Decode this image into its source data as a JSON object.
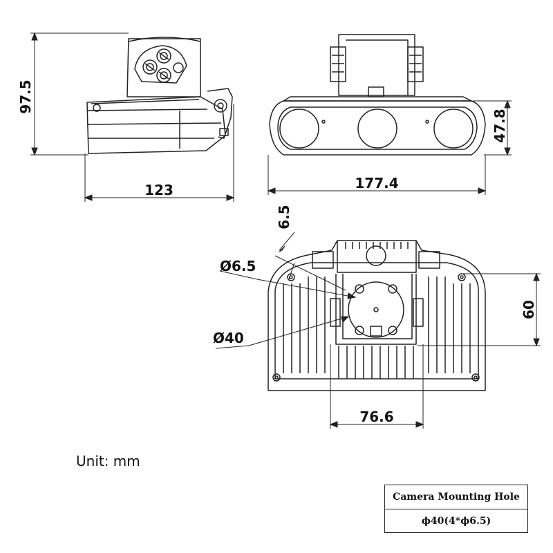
{
  "dimensions": {
    "side_height": "97.5",
    "side_depth": "123",
    "front_width": "177.4",
    "front_height": "47.8",
    "hole_offset": "6.5",
    "hole_diameter": "Ø6.5",
    "circle_diameter": "Ø40",
    "plate_height": "60",
    "plate_width": "76.6"
  },
  "unit_label": "Unit: mm",
  "table": {
    "header": "Camera Mounting Hole",
    "value": "ϕ40(4*ϕ6.5)"
  }
}
